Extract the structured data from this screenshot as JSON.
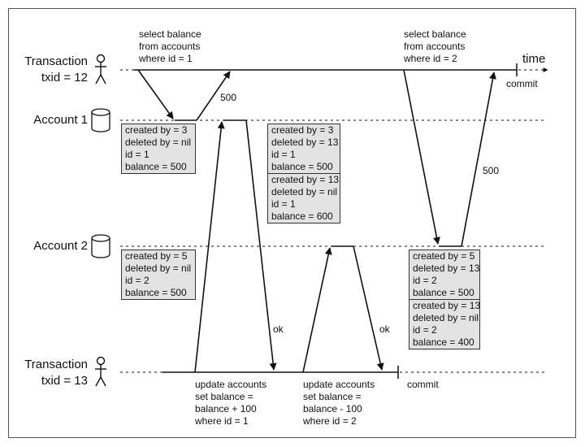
{
  "actors": {
    "tx12_line1": "Transaction",
    "tx12_line2": "txid = 12",
    "account1": "Account 1",
    "account2": "Account 2",
    "tx13_line1": "Transaction",
    "tx13_line2": "txid = 13"
  },
  "axis": {
    "time": "time"
  },
  "tx12": {
    "query1": [
      "select balance",
      "from accounts",
      "where id = 1"
    ],
    "query2": [
      "select balance",
      "from accounts",
      "where id = 2"
    ],
    "result1": "500",
    "result2": "500",
    "commit": "commit"
  },
  "tx13": {
    "update1": [
      "update accounts",
      "set balance =",
      "balance + 100",
      "where id = 1"
    ],
    "update2": [
      "update accounts",
      "set balance =",
      "balance - 100",
      "where id = 2"
    ],
    "ok1": "ok",
    "ok2": "ok",
    "commit": "commit"
  },
  "versions": {
    "acc1_original": [
      "created by = 3",
      "deleted by = nil",
      "id = 1",
      "balance = 500"
    ],
    "acc1_deleted": [
      "created by = 3",
      "deleted by = 13",
      "id = 1",
      "balance = 500"
    ],
    "acc1_new": [
      "created by = 13",
      "deleted by = nil",
      "id = 1",
      "balance = 600"
    ],
    "acc2_original": [
      "created by = 5",
      "deleted by = nil",
      "id = 2",
      "balance = 500"
    ],
    "acc2_deleted": [
      "created by = 5",
      "deleted by = 13",
      "id = 2",
      "balance = 500"
    ],
    "acc2_new": [
      "created by = 13",
      "deleted by = nil",
      "id = 2",
      "balance = 400"
    ]
  },
  "colors": {
    "ink": "#111111",
    "version_fill": "#e3e3e3",
    "border": "#333333"
  }
}
